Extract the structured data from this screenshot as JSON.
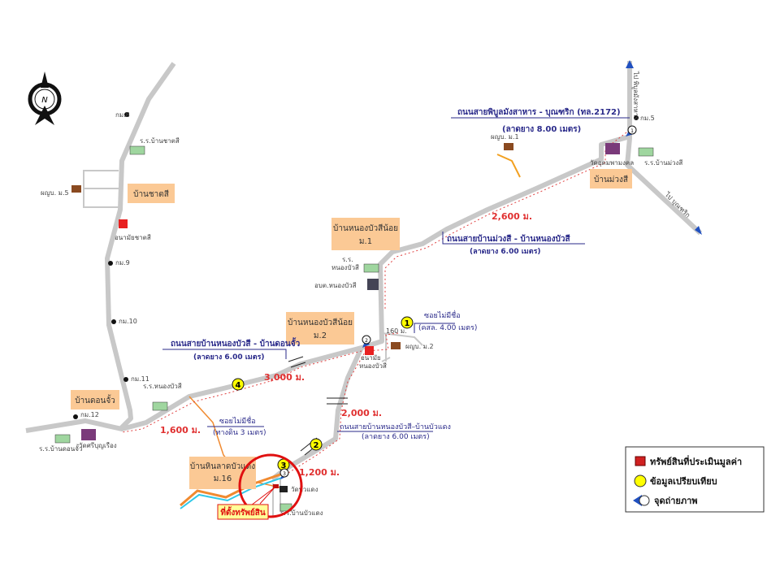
{
  "north_arrow": {
    "letter": "N"
  },
  "villages": {
    "ban_chatsi": "บ้านชาตสี",
    "nong_bua_si_noi_1a": "บ้านหนองบัวสีน้อย",
    "nong_bua_si_noi_1b": "ม.1",
    "nong_bua_si_noi_2a": "บ้านหนองบัวสีน้อย",
    "nong_bua_si_noi_2b": "ม.2",
    "don_chua": "บ้านดอนจั้ว",
    "hin_lat_a": "บ้านหินลาดบัวแดง",
    "hin_lat_b": "ม.16",
    "muang_si": "บ้านม่วงสี"
  },
  "places": {
    "km8": "กม.8",
    "km9": "กม.9",
    "km10": "กม.10",
    "km11": "กม.11",
    "km12": "กม.12",
    "km5": "กม.5",
    "school_chatsi": "ร.ร.บ้านชาตสี",
    "head_m5": "ผญบ. ม.5",
    "health_chatsi": "อนามัยชาตสี",
    "school_nongbua_a": "ร.ร.",
    "school_nongbua_b": "หนองบัวสี",
    "tao_nongbua": "อบต.หนองบัวสี",
    "health_nongbua_a": "อนามัย",
    "health_nongbua_b": "หนองบัวสี",
    "head_m2": "ผญบ. ม.2",
    "head_m1": "ผญบ. ม.1",
    "school_nongbua2": "ร.ร.หนองบัวสี",
    "school_donchua": "ร.ร.บ้านดอนจั้ว",
    "wat_sriboonruang": "วัดศรีบุญเรือง",
    "wat_bua_daeng": "วัดบัวแดง",
    "school_bua_daeng": "ร.ร.บ้านบัวแดง",
    "wat_muangsi": "วัดอุดมพามงคล",
    "school_muangsi": "ร.ร.บ้านม่วงสี",
    "to_phibun": "ไป พิบูลมังสาหาร",
    "to_buntharik": "ไป บุณฑริก"
  },
  "roads": {
    "main_name": "ถนนสายพิบูลมังสาหาร - บุณฑริก (ทล.2172)",
    "main_sub": "(ลาดยาง 8.00 เมตร)",
    "muangsi_name": "ถนนสายบ้านม่วงสี - บ้านหนองบัวสี",
    "muangsi_sub": "(ลาดยาง 6.00 เมตร)",
    "donchua_name": "ถนนสายบ้านหนองบัวสี - บ้านดอนจั้ว",
    "donchua_sub": "(ลาดยาง 6.00 เมตร)",
    "buadaeng_name": "ถนนสายบ้านหนองบัวสี–บ้านบัวแดง",
    "buadaeng_sub": "(ลาดยาง 6.00 เมตร)",
    "soi1_name": "ซอยไม่มีชื่อ",
    "soi1_sub": "(คสล. 4.00 เมตร)",
    "soi2_name": "ซอยไม่มีชื่อ",
    "soi2_sub": "(ทางดิน 3 เมตร)"
  },
  "distances": {
    "d2600": "2,600 ม.",
    "d160": "160 ม.",
    "d3000": "3,000 ม.",
    "d2000": "2,000 ม.",
    "d1600": "1,600 ม.",
    "d1200": "1,200 ม."
  },
  "markers": {
    "comp1": "1",
    "comp2": "2",
    "comp3": "3",
    "comp4": "4",
    "photo1": "1",
    "photo2": "2",
    "photo3": "3"
  },
  "subject": {
    "label": "ที่ตั้งทรัพย์สิน"
  },
  "legend": {
    "subject": "ทรัพย์สินที่ประเมินมูลค่า",
    "comparable": "ข้อมูลเปรียบเทียบ",
    "photo": "จุดถ่ายภาพ"
  },
  "colors": {
    "road": "#c8c8c8",
    "village_box": "#fbc995",
    "comparable": "#ffff00",
    "subject_circle": "#e01010",
    "road_label": "#2a2a8a",
    "distance": "#e03030"
  }
}
